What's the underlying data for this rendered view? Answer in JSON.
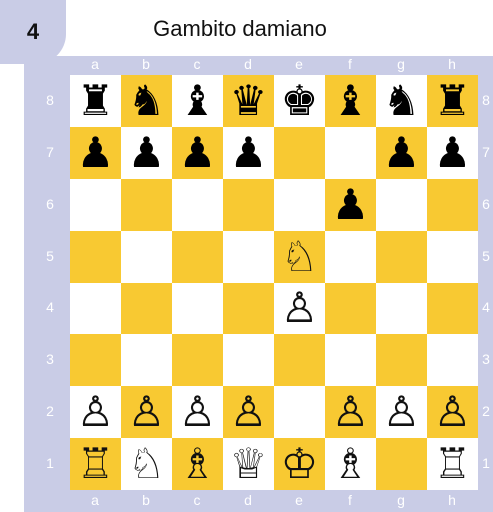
{
  "diagram_number": "4",
  "title": "Gambito damiano",
  "files": [
    "a",
    "b",
    "c",
    "d",
    "e",
    "f",
    "g",
    "h"
  ],
  "ranks": [
    "8",
    "7",
    "6",
    "5",
    "4",
    "3",
    "2",
    "1"
  ],
  "colors": {
    "light_square": "#ffffff",
    "dark_square": "#f8c932",
    "frame": "#c9cce6"
  },
  "board": [
    [
      "black-rook",
      "black-knight",
      "black-bishop",
      "black-queen",
      "black-king",
      "black-bishop",
      "black-knight",
      "black-rook"
    ],
    [
      "black-pawn",
      "black-pawn",
      "black-pawn",
      "black-pawn",
      "",
      "",
      "black-pawn",
      "black-pawn"
    ],
    [
      "",
      "",
      "",
      "",
      "",
      "black-pawn",
      "",
      ""
    ],
    [
      "",
      "",
      "",
      "",
      "white-knight",
      "",
      "",
      ""
    ],
    [
      "",
      "",
      "",
      "",
      "white-pawn",
      "",
      "",
      ""
    ],
    [
      "",
      "",
      "",
      "",
      "",
      "",
      "",
      ""
    ],
    [
      "white-pawn",
      "white-pawn",
      "white-pawn",
      "white-pawn",
      "",
      "white-pawn",
      "white-pawn",
      "white-pawn"
    ],
    [
      "white-rook",
      "white-knight",
      "white-bishop",
      "white-queen",
      "white-king",
      "white-bishop",
      "",
      "white-rook"
    ]
  ]
}
